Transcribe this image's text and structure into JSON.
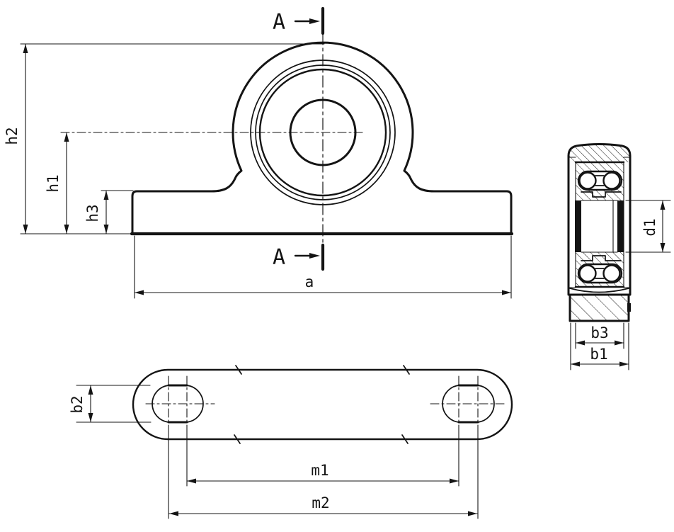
{
  "colors": {
    "line": "#141414",
    "background": "#ffffff"
  },
  "section_view": {
    "label": "A"
  },
  "dimension_labels": {
    "h2": "h2",
    "h1": "h1",
    "h3": "h3",
    "a": "a",
    "d1": "d1",
    "b3": "b3",
    "b1": "b1",
    "b2": "b2",
    "m1": "m1",
    "m2": "m2"
  }
}
